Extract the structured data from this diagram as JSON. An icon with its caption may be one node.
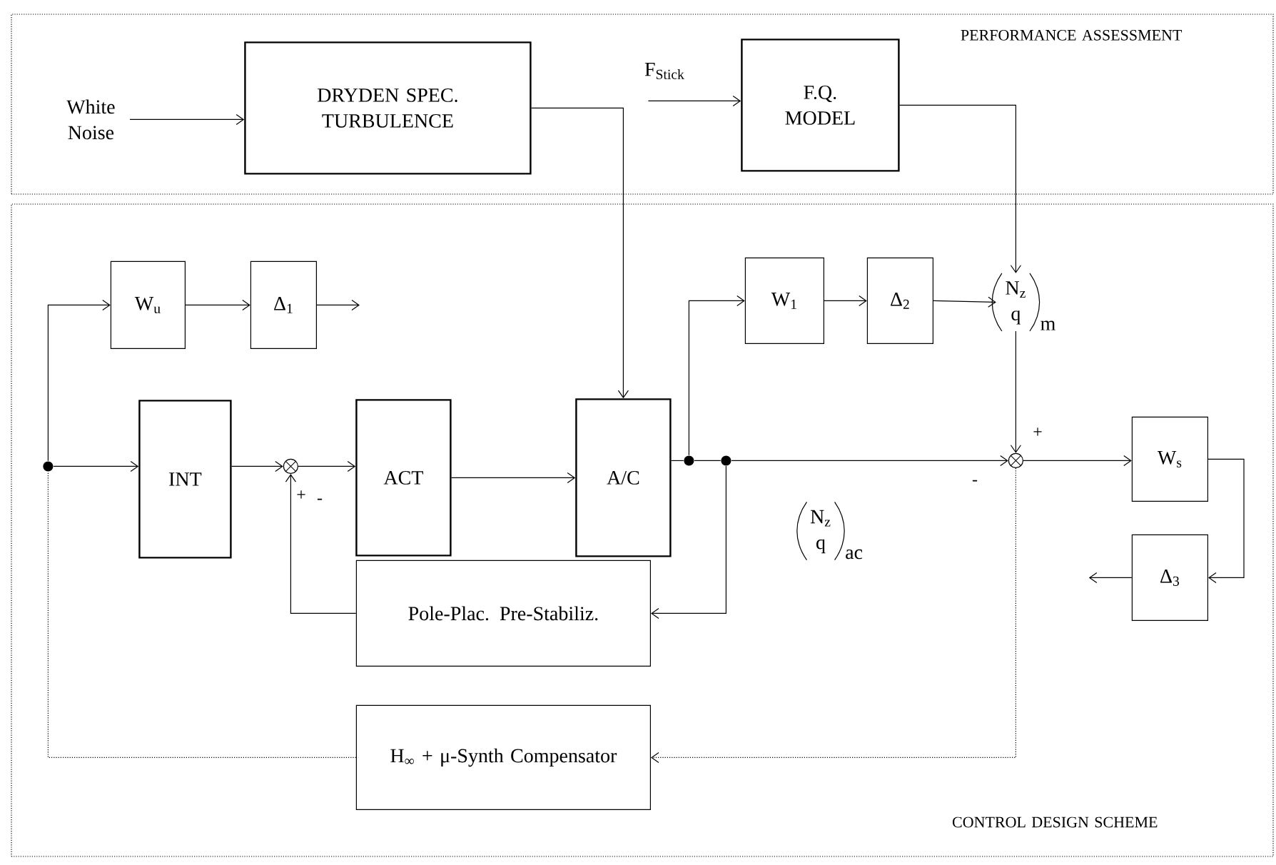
{
  "diagram": {
    "nodes": [
      {
        "text": [
          "PERFORMANCE ASSESSMENT"
        ]
      },
      {
        "text": [
          "White Noise"
        ],
        "in": 0
      },
      {
        "text": [
          "DRYDEN SPEC. TURBULENCE"
        ],
        "in": 0
      },
      {
        "text": [
          "F$_{Stick}$"
        ],
        "in": 0
      },
      {
        "text": [
          "F.Q. MODEL"
        ],
        "in": 0
      },
      {
        "text": [
          "CONTROL DESIGN SCHEME"
        ]
      },
      {
        "text": [
          "W$_{u}$"
        ],
        "in": 5
      },
      {
        "text": [
          "Δ$_{1}$"
        ],
        "in": 5
      },
      {
        "text": [],
        "shape": "dot",
        "in": 5
      },
      {
        "text": [
          "INT"
        ],
        "in": 5
      },
      {
        "text": [],
        "shape": "circle",
        "in": 5
      },
      {
        "text": [
          "ACT"
        ],
        "in": 5
      },
      {
        "text": [
          "A/C"
        ],
        "in": 5
      },
      {
        "text": [],
        "shape": "dot",
        "in": 5
      },
      {
        "text": [],
        "shape": "dot",
        "in": 5
      },
      {
        "text": [
          "W$_{1}$"
        ],
        "in": 5
      },
      {
        "text": [
          "Δ$_{2}$"
        ],
        "in": 5
      },
      {
        "text": [
          "N$_{z}$",
          "q"
        ],
        "beside": [
          "m"
        ],
        "in": 5
      },
      {
        "text": [],
        "shape": "circle",
        "in": 5
      },
      {
        "text": [
          "W$_{s}$"
        ],
        "in": 5
      },
      {
        "text": [
          "Δ$_{3}$"
        ],
        "in": 5
      },
      {
        "text": [
          "Pole-Plac. Pre-Stabiliz."
        ],
        "in": 5
      },
      {
        "text": [
          "H$_{∞}$ + μ-Synth Compensator"
        ],
        "in": 5
      }
    ],
    "edges": [
      {
        "from": 1,
        "to": 2,
        "arrow": "to"
      },
      {
        "from": 2,
        "to": 12,
        "arrow": "to"
      },
      {
        "from": 3,
        "to": 4,
        "arrow": "to"
      },
      {
        "from": 4,
        "to": 17,
        "arrow": "to"
      },
      {
        "from": 8,
        "to": 6,
        "arrow": "to"
      },
      {
        "from": 6,
        "to": 7,
        "arrow": "to"
      },
      {
        "from": 7,
        "to": null,
        "arrow": "to"
      },
      {
        "from": 8,
        "to": 9,
        "arrow": "to"
      },
      {
        "from": 9,
        "to": 10,
        "arrow": "to"
      },
      {
        "from": 10,
        "to": 11,
        "arrow": "to"
      },
      {
        "from": 11,
        "to": 12,
        "arrow": "to"
      },
      {
        "from": 12,
        "to": 13,
        "arrow": "none"
      },
      {
        "from": 13,
        "to": 14,
        "arrow": "none"
      },
      {
        "from": 13,
        "to": 15,
        "arrow": "to"
      },
      {
        "from": 15,
        "to": 16,
        "arrow": "to"
      },
      {
        "from": 16,
        "to": 17,
        "arrow": "to"
      },
      {
        "from": 17,
        "to": 18,
        "arrow": "to"
      },
      {
        "from": 14,
        "to": 18,
        "arrow": "to"
      },
      {
        "from": 14,
        "to": 21,
        "arrow": "to"
      },
      {
        "from": 21,
        "to": 10,
        "arrow": "to"
      },
      {
        "from": 18,
        "to": 19,
        "arrow": "to"
      },
      {
        "from": 19,
        "to": 20,
        "arrow": "to"
      },
      {
        "from": 20,
        "to": null,
        "arrow": "to"
      },
      {
        "from": 18,
        "to": 22,
        "arrow": "to",
        "style": "dashed"
      },
      {
        "from": 22,
        "to": 8,
        "arrow": "none",
        "style": "dashed"
      }
    ],
    "labels": [
      "+",
      "-",
      "+",
      "-",
      "N$_{z}$",
      "q",
      "ac"
    ]
  }
}
